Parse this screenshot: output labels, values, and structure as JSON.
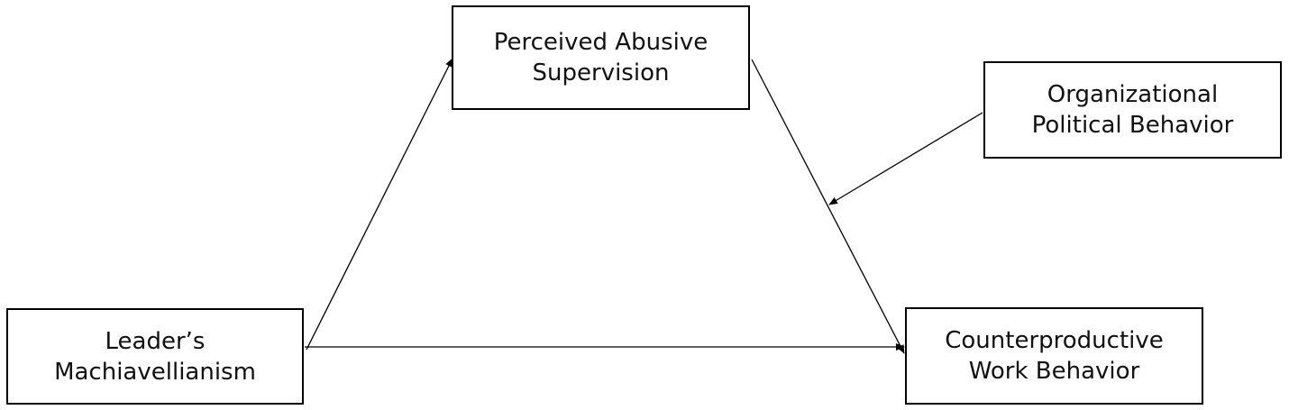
{
  "diagram": {
    "nodes": {
      "abusive": {
        "line1": "Perceived Abusive",
        "line2": "Supervision"
      },
      "political": {
        "line1": "Organizational",
        "line2": "Political Behavior"
      },
      "leader": {
        "line1": "Leader’s",
        "line2": "Machiavellianism"
      },
      "cwb": {
        "line1": "Counterproductive",
        "line2": "Work Behavior"
      }
    },
    "edges": [
      {
        "from": "Leader’s Machiavellianism",
        "to": "Perceived Abusive Supervision"
      },
      {
        "from": "Perceived Abusive Supervision",
        "to": "Counterproductive Work Behavior"
      },
      {
        "from": "Leader’s Machiavellianism",
        "to": "Counterproductive Work Behavior"
      },
      {
        "from": "Organizational Political Behavior",
        "to": "Perceived Abusive Supervision → Counterproductive Work Behavior"
      }
    ],
    "colors": {
      "stroke": "#000000",
      "text": "#111111",
      "background": "#ffffff"
    }
  }
}
